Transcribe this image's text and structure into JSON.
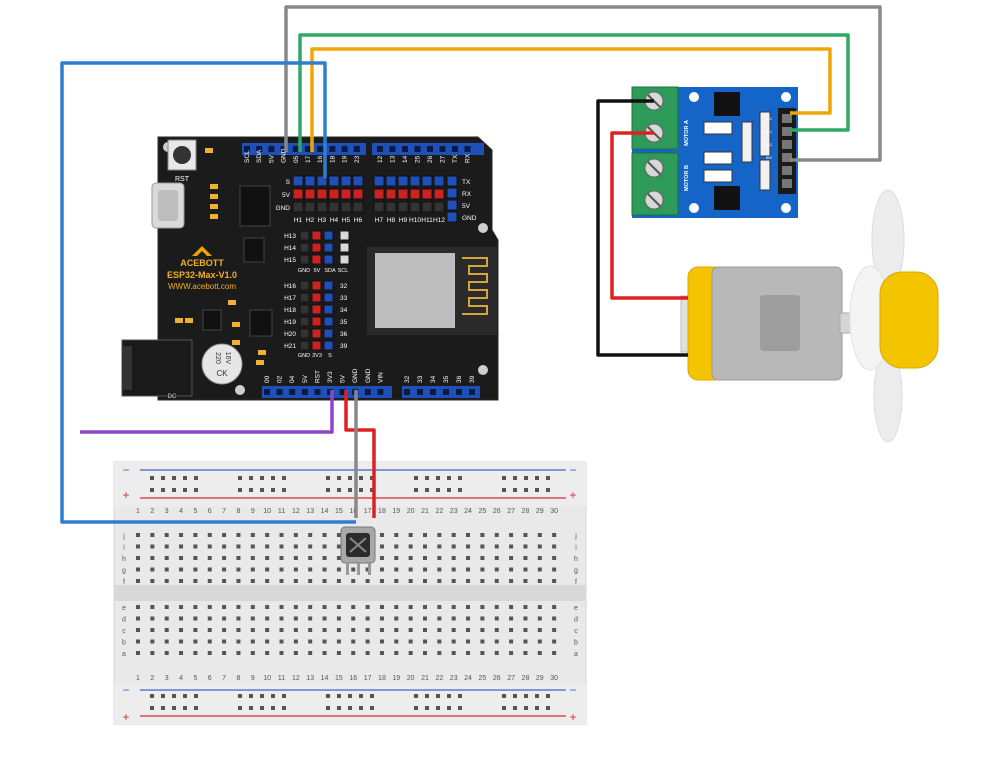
{
  "board": {
    "brand": "ACEBOTT",
    "model": "ESP32-Max-V1.0",
    "url": "WWW.acebott.com",
    "rst_label": "RST",
    "dc_label": "DC",
    "cap_text_1": "220",
    "cap_text_2": "16V",
    "cap_text_3": "CK",
    "top_pin_labels": [
      "SCL",
      "SDA",
      "5V",
      "GND",
      "05",
      "17",
      "16",
      "18",
      "19",
      "23",
      "12",
      "13",
      "14",
      "25",
      "26",
      "27",
      "TX",
      "RX"
    ],
    "row_labels_left": [
      "S",
      "5V",
      "GND"
    ],
    "row_labels_right": [
      "TX",
      "RX",
      "5V",
      "GND"
    ],
    "header_group_labels": [
      "H1",
      "H2",
      "H3",
      "H4",
      "H5",
      "H6",
      "H7",
      "H8",
      "H9",
      "H10",
      "H11",
      "H12"
    ],
    "mid_header_left": [
      "H13",
      "H14",
      "H15"
    ],
    "mid_header_bottom": [
      "GND",
      "5V",
      "SDA",
      "SCL"
    ],
    "lower_header_left": [
      "H16",
      "H17",
      "H18",
      "H19",
      "H20",
      "H21"
    ],
    "lower_header_right": [
      "32",
      "33",
      "34",
      "35",
      "36",
      "39"
    ],
    "lower_header_bottom": [
      "GND",
      "3V3",
      "S"
    ],
    "bottom_pin_labels": [
      "00",
      "02",
      "04",
      "5V",
      "RST",
      "3V3",
      "5V",
      "GND",
      "GND",
      "VIN",
      "32",
      "33",
      "34",
      "35",
      "36",
      "39"
    ]
  },
  "driver": {
    "motor_a_label": "MOTOR A",
    "motor_b_label": "MOTOR B",
    "pin_labels": [
      "IA1",
      "IB1",
      "IA2",
      "IB2"
    ]
  },
  "breadboard": {
    "columns": [
      "1",
      "2",
      "3",
      "4",
      "5",
      "6",
      "7",
      "8",
      "9",
      "10",
      "11",
      "12",
      "13",
      "14",
      "15",
      "16",
      "17",
      "18",
      "19",
      "20",
      "21",
      "22",
      "23",
      "24",
      "25",
      "26",
      "27",
      "28",
      "29",
      "30"
    ],
    "top_rows": [
      "j",
      "i",
      "h",
      "g",
      "f"
    ],
    "bottom_rows": [
      "e",
      "d",
      "c",
      "b",
      "a"
    ],
    "minus": "−",
    "plus": "+"
  },
  "colors": {
    "wire_gray": "#888888",
    "wire_purple": "#8e44c9",
    "wire_green": "#2fa866",
    "wire_orange": "#f0a500",
    "wire_blue": "#2f7dd1",
    "wire_red": "#e02020",
    "wire_black": "#111111",
    "board_black": "#1b1b1b",
    "header_blue": "#1f4fb8",
    "driver_blue": "#1565c9",
    "terminal_green": "#2e9a5a",
    "motor_yellow": "#f5c400"
  }
}
